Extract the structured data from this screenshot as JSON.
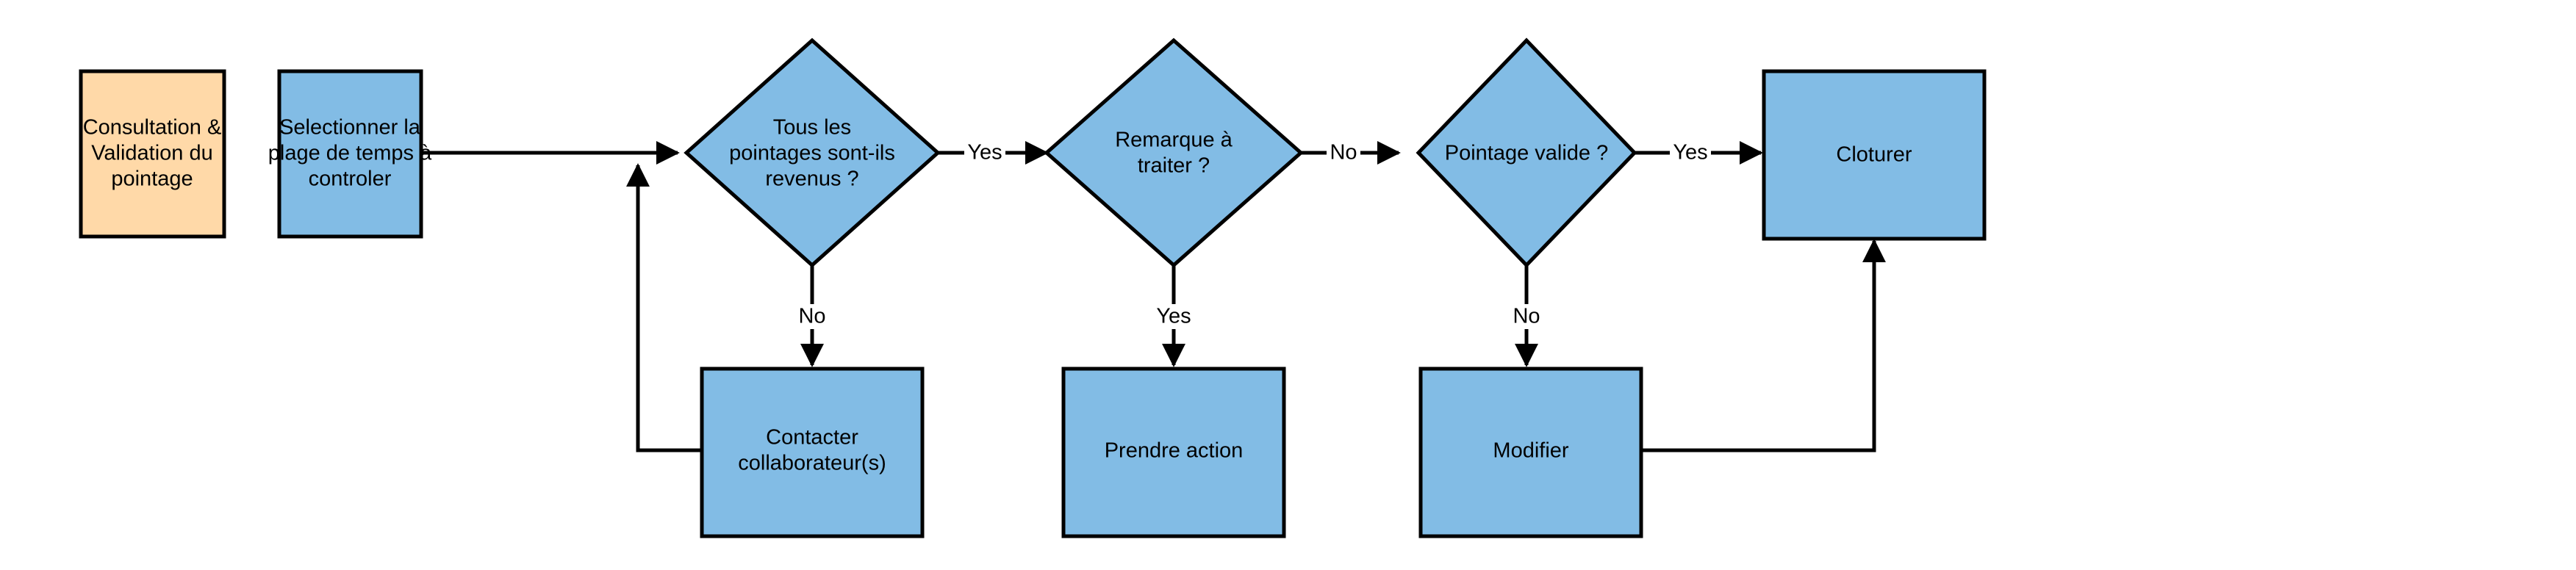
{
  "diagram": {
    "type": "flowchart",
    "title_node": "Consultation & Validation du pointage",
    "colors": {
      "process_fill": "#82bce5",
      "decision_fill": "#82bce5",
      "legend_fill": "#ffd9a8",
      "stroke": "#000000",
      "background": "#ffffff"
    },
    "nodes": [
      {
        "id": "legend",
        "kind": "label-box",
        "lines": [
          "Consultation &",
          "Validation du",
          "pointage"
        ],
        "fill": "#ffd9a8"
      },
      {
        "id": "select-range",
        "kind": "process",
        "lines": [
          "Selectionner la",
          "plage de temps à",
          "controler"
        ],
        "fill": "#82bce5"
      },
      {
        "id": "all-returned",
        "kind": "decision",
        "lines": [
          "Tous les",
          "pointages sont-ils",
          "revenus ?"
        ],
        "fill": "#82bce5"
      },
      {
        "id": "remark-to-handle",
        "kind": "decision",
        "lines": [
          "Remarque à",
          "traiter ?"
        ],
        "fill": "#82bce5"
      },
      {
        "id": "valid-clocking",
        "kind": "decision",
        "lines": [
          "Pointage valide ?"
        ],
        "fill": "#82bce5"
      },
      {
        "id": "close",
        "kind": "process",
        "lines": [
          "Cloturer"
        ],
        "fill": "#82bce5"
      },
      {
        "id": "contact-collaborators",
        "kind": "process",
        "lines": [
          "Contacter",
          "collaborateur(s)"
        ],
        "fill": "#82bce5"
      },
      {
        "id": "take-action",
        "kind": "process",
        "lines": [
          "Prendre action"
        ],
        "fill": "#82bce5"
      },
      {
        "id": "modify",
        "kind": "process",
        "lines": [
          "Modifier"
        ],
        "fill": "#82bce5"
      }
    ],
    "edges": [
      {
        "id": "e1",
        "from": "select-range",
        "to": "all-returned",
        "label": ""
      },
      {
        "id": "e2",
        "from": "all-returned",
        "to": "remark-to-handle",
        "label": "Yes"
      },
      {
        "id": "e3",
        "from": "all-returned",
        "to": "contact-collaborators",
        "label": "No"
      },
      {
        "id": "e4",
        "from": "contact-collaborators",
        "to": "all-returned",
        "label": ""
      },
      {
        "id": "e5",
        "from": "remark-to-handle",
        "to": "valid-clocking",
        "label": "No"
      },
      {
        "id": "e6",
        "from": "remark-to-handle",
        "to": "take-action",
        "label": "Yes"
      },
      {
        "id": "e7",
        "from": "valid-clocking",
        "to": "close",
        "label": "Yes"
      },
      {
        "id": "e8",
        "from": "valid-clocking",
        "to": "modify",
        "label": "No"
      },
      {
        "id": "e9",
        "from": "modify",
        "to": "close",
        "label": ""
      }
    ],
    "labels": {
      "legend_l1": "Consultation &",
      "legend_l2": "Validation du",
      "legend_l3": "pointage",
      "select_l1": "Selectionner la",
      "select_l2": "plage de temps à",
      "select_l3": "controler",
      "allret_l1": "Tous les",
      "allret_l2": "pointages sont-ils",
      "allret_l3": "revenus ?",
      "remark_l1": "Remarque à",
      "remark_l2": "traiter ?",
      "valid_l1": "Pointage valide ?",
      "close_l1": "Cloturer",
      "contact_l1": "Contacter",
      "contact_l2": "collaborateur(s)",
      "action_l1": "Prendre action",
      "modify_l1": "Modifier",
      "yes_1": "Yes",
      "yes_2": "Yes",
      "yes_3": "Yes",
      "no_1": "No",
      "no_2": "No",
      "no_3": "No"
    }
  }
}
